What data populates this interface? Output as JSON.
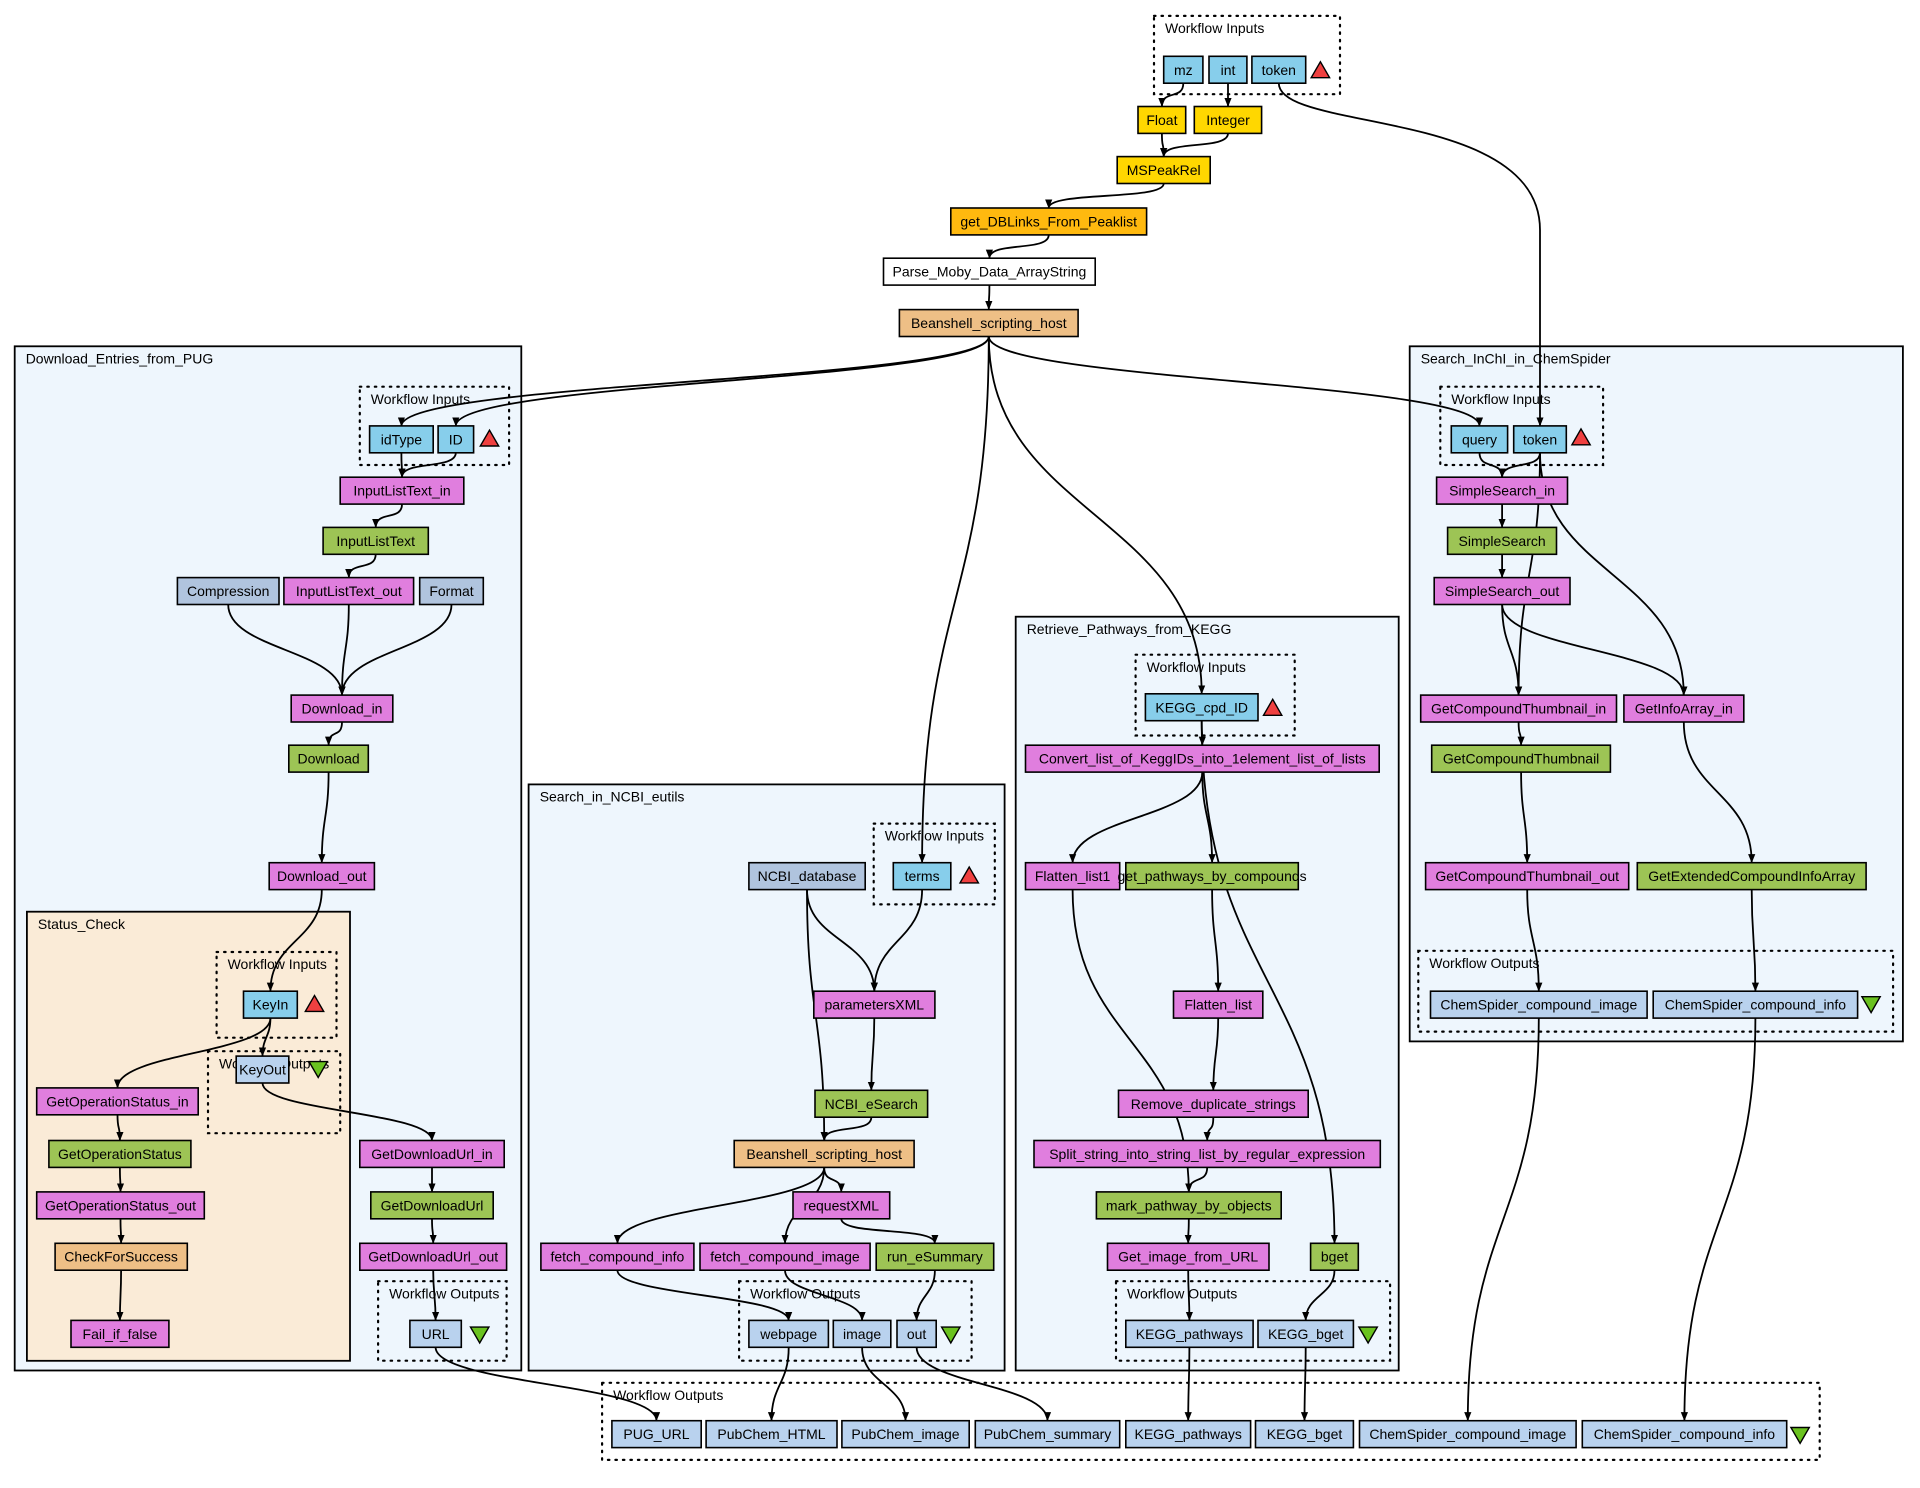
{
  "colors": {
    "input_port": "#87ceeb",
    "output_port": "#b9d2ee",
    "local_worker": "#e07ede",
    "wsdl": "#9dc455",
    "beanshell": "#eebf86",
    "biomoby_object": "#ffd700",
    "biomoby_service": "#ffb90f",
    "biomoby_parser": "#ffffff",
    "string_constant": "#b0c4de",
    "nested_bg": "#eef6fd",
    "status_bg": "#faebd7",
    "input_marker": "#ef4040",
    "output_marker": "#6ac21f"
  },
  "diagram": {
    "groups": {
      "top_inputs": "Workflow Inputs",
      "download": "Download_Entries_from_PUG",
      "download_inputs": "Workflow Inputs",
      "status_check": "Status_Check",
      "status_inputs": "Workflow Inputs",
      "status_outputs": "Workflow Outputs",
      "download_outputs": "Workflow Outputs",
      "ncbi": "Search_in_NCBI_eutils",
      "ncbi_inputs": "Workflow Inputs",
      "ncbi_outputs": "Workflow Outputs",
      "kegg": "Retrieve_Pathways_from_KEGG",
      "kegg_inputs": "Workflow Inputs",
      "kegg_outputs": "Workflow Outputs",
      "chemspider": "Search_InChI_in_ChemSpider",
      "chemspider_inputs": "Workflow Inputs",
      "chemspider_outputs": "Workflow Outputs",
      "final_outputs": "Workflow Outputs"
    },
    "nodes": {
      "mz": "mz",
      "int": "int",
      "token_top": "token",
      "float": "Float",
      "integer": "Integer",
      "mspeakrel": "MSPeakRel",
      "getdblinks": "get_DBLinks_From_Peaklist",
      "parsemoby": "Parse_Moby_Data_ArrayString",
      "beanshell_main": "Beanshell_scripting_host",
      "idtype": "idType",
      "id": "ID",
      "inputlisttext_in": "InputListText_in",
      "inputlisttext": "InputListText",
      "compression": "Compression",
      "inputlisttext_out": "InputListText_out",
      "format": "Format",
      "download_in": "Download_in",
      "download": "Download",
      "download_out": "Download_out",
      "keyin": "KeyIn",
      "keyout": "KeyOut",
      "getopstatus_in": "GetOperationStatus_in",
      "getopstatus": "GetOperationStatus",
      "getopstatus_out": "GetOperationStatus_out",
      "checkforsuccess": "CheckForSuccess",
      "fail_if_false": "Fail_if_false",
      "getdownloadurl_in": "GetDownloadUrl_in",
      "getdownloadurl": "GetDownloadUrl",
      "getdownloadurl_out": "GetDownloadUrl_out",
      "url": "URL",
      "ncbi_database": "NCBI_database",
      "terms": "terms",
      "parametersxml": "parametersXML",
      "ncbi_esearch": "NCBI_eSearch",
      "beanshell_ncbi": "Beanshell_scripting_host",
      "requestxml": "requestXML",
      "fetch_compound_info": "fetch_compound_info",
      "fetch_compound_image": "fetch_compound_image",
      "run_esummary": "run_eSummary",
      "webpage": "webpage",
      "image": "image",
      "out": "out",
      "kegg_cpd_id": "KEGG_cpd_ID",
      "convert_list": "Convert_list_of_KeggIDs_into_1element_list_of_lists",
      "flatten_list1": "Flatten_list1",
      "get_pathways": "get_pathways_by_compounds",
      "flatten_list": "Flatten_list",
      "remove_dup": "Remove_duplicate_strings",
      "split_string": "Split_string_into_string_list_by_regular_expression",
      "mark_pathway": "mark_pathway_by_objects",
      "get_image_url": "Get_image_from_URL",
      "bget": "bget",
      "kegg_pathways_inner": "KEGG_pathways",
      "kegg_bget_inner": "KEGG_bget",
      "query": "query",
      "token_cs": "token",
      "simplesearch_in": "SimpleSearch_in",
      "simplesearch": "SimpleSearch",
      "simplesearch_out": "SimpleSearch_out",
      "getthumb_in": "GetCompoundThumbnail_in",
      "getinfoarray_in": "GetInfoArray_in",
      "getthumb": "GetCompoundThumbnail",
      "getthumb_out": "GetCompoundThumbnail_out",
      "getextinfo": "GetExtendedCompoundInfoArray",
      "cs_image_inner": "ChemSpider_compound_image",
      "cs_info_inner": "ChemSpider_compound_info",
      "pug_url": "PUG_URL",
      "pubchem_html": "PubChem_HTML",
      "pubchem_image": "PubChem_image",
      "pubchem_summary": "PubChem_summary",
      "kegg_pathways_final": "KEGG_pathways",
      "kegg_bget_final": "KEGG_bget",
      "cs_image_final": "ChemSpider_compound_image",
      "cs_info_final": "ChemSpider_compound_info"
    }
  }
}
